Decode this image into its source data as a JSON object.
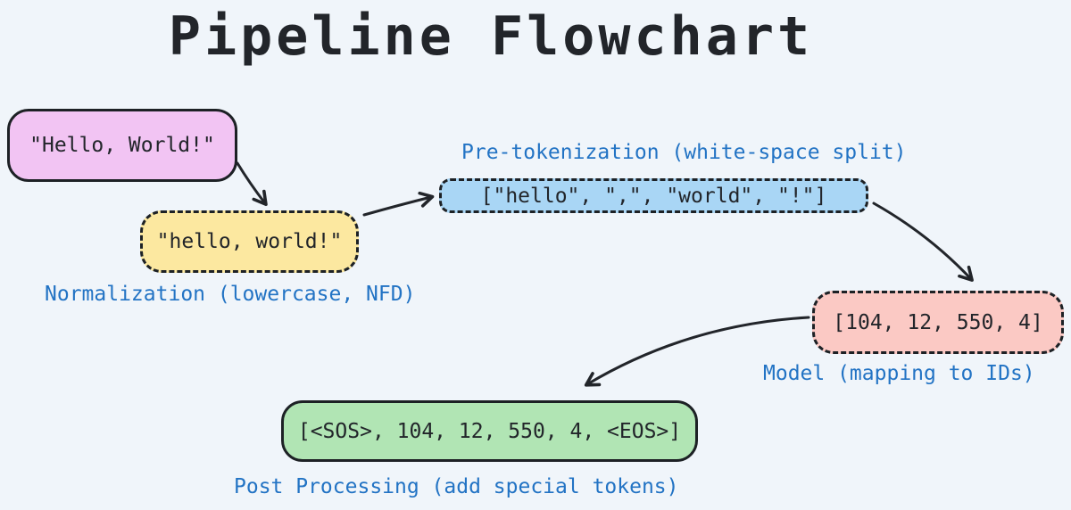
{
  "title": "Pipeline Flowchart",
  "colors": {
    "background": "#f0f5fa",
    "ink": "#22252a",
    "label_blue": "#2273c4",
    "input_fill": "#f2c4f3",
    "normalized_fill": "#fce8a0",
    "pretokenized_fill": "#a9d6f5",
    "ids_fill": "#fbc9c4",
    "final_fill": "#b1e5b4"
  },
  "nodes": {
    "input": {
      "text": "\"Hello, World!\""
    },
    "normalized": {
      "text": "\"hello, world!\""
    },
    "pretokenized": {
      "text": "[\"hello\", \",\", \"world\", \"!\"]"
    },
    "ids": {
      "text": "[104, 12, 550, 4]"
    },
    "final": {
      "text": "[<SOS>, 104, 12, 550, 4, <EOS>]"
    }
  },
  "labels": {
    "pretokenization": "Pre-tokenization (white-space split)",
    "normalization": "Normalization (lowercase, NFD)",
    "model": "Model (mapping to IDs)",
    "postprocessing": "Post Processing (add special tokens)"
  },
  "edges": [
    {
      "from": "input",
      "to": "normalized"
    },
    {
      "from": "normalized",
      "to": "pretokenized"
    },
    {
      "from": "pretokenized",
      "to": "ids"
    },
    {
      "from": "ids",
      "to": "final"
    }
  ]
}
